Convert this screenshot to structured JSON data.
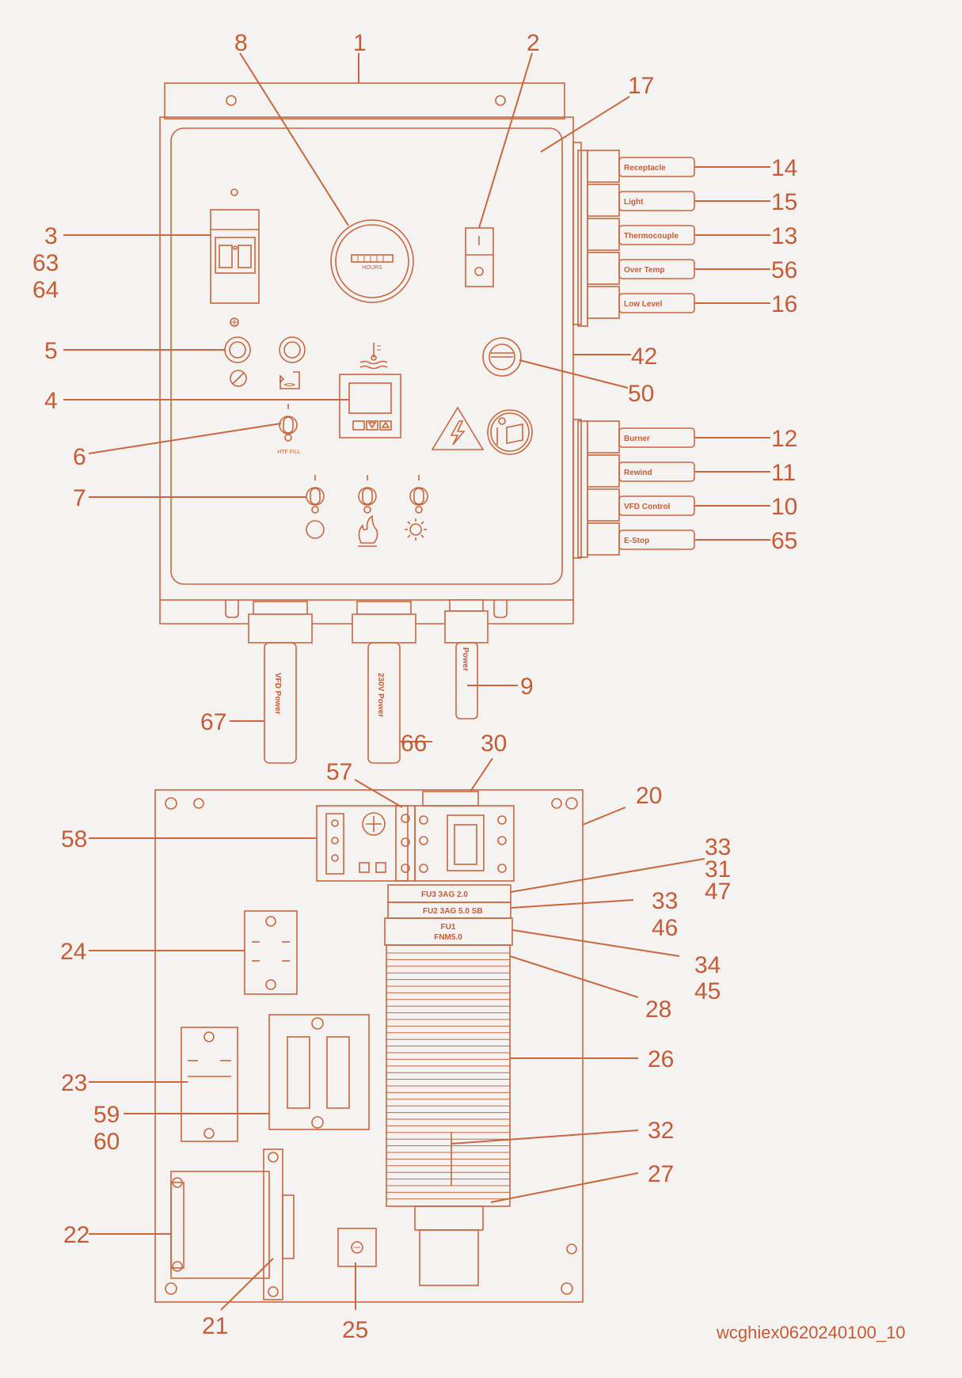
{
  "callouts": [
    "8",
    "1",
    "2",
    "17",
    "3",
    "63",
    "64",
    "14",
    "15",
    "13",
    "56",
    "16",
    "5",
    "42",
    "4",
    "50",
    "6",
    "12",
    "7",
    "11",
    "10",
    "65",
    "9",
    "67",
    "66",
    "30",
    "57",
    "20",
    "58",
    "33",
    "31",
    "47",
    "33",
    "46",
    "24",
    "34",
    "45",
    "28",
    "26",
    "23",
    "59",
    "60",
    "32",
    "27",
    "22",
    "21",
    "25"
  ],
  "cables": [
    "Receptacle",
    "Light",
    "Thermocouple",
    "Over Temp",
    "Low Level",
    "Burner",
    "Rewind",
    "VFD Control",
    "E-Stop"
  ],
  "bottom_cables": [
    "VFD Power",
    "230V Power",
    "Power"
  ],
  "panel_labels": {
    "hours": "HOURS",
    "htf_fill": "HTF FILL"
  },
  "fuses": {
    "fu3": "FU3  3AG 2.0",
    "fu2": "FU2  3AG 5.0 SB",
    "fu1_line1": "FU1",
    "fu1_line2": "FNM5.0"
  },
  "figure_code": "wcghiex0620240100_10",
  "colors": {
    "line": "#c9673d",
    "text": "#c55c35",
    "background": "#f4f3f2"
  }
}
